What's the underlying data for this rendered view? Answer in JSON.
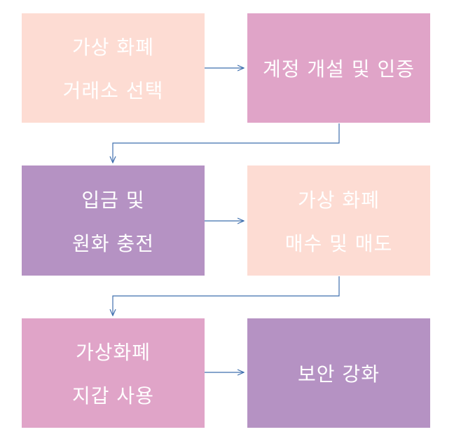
{
  "colors": {
    "peach": "#fddcd3",
    "pink": "#e0a4c8",
    "purple": "#b592c3",
    "arrow": "#3f6fae"
  },
  "steps": [
    {
      "id": "step1",
      "lines": [
        "가상 화폐",
        "거래소 선택"
      ],
      "color": "peach"
    },
    {
      "id": "step2",
      "lines": [
        "계정 개설 및 인증"
      ],
      "color": "pink"
    },
    {
      "id": "step3",
      "lines": [
        "입금 및",
        "원화 충전"
      ],
      "color": "purple"
    },
    {
      "id": "step4",
      "lines": [
        "가상 화폐",
        "매수 및 매도"
      ],
      "color": "peach"
    },
    {
      "id": "step5",
      "lines": [
        "가상화폐",
        "지갑 사용"
      ],
      "color": "pink"
    },
    {
      "id": "step6",
      "lines": [
        "보안 강화"
      ],
      "color": "purple"
    }
  ]
}
